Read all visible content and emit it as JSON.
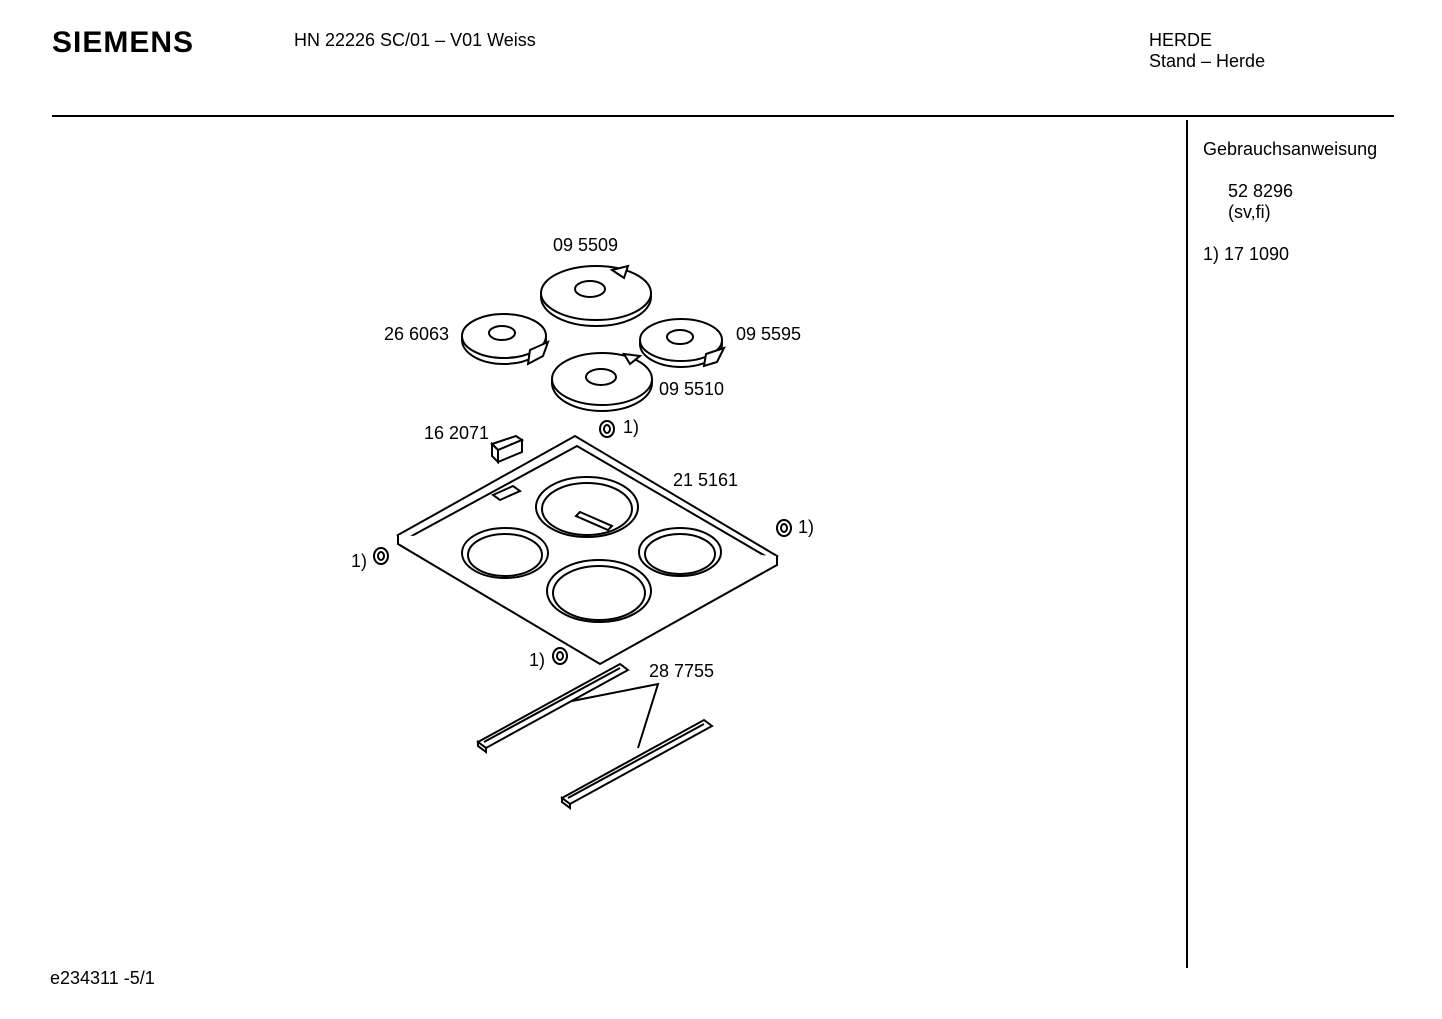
{
  "header": {
    "brand": "SIEMENS",
    "model": "HN 22226 SC/01 – V01 Weiss",
    "category": "HERDE",
    "subcategory": "Stand – Herde"
  },
  "sidebar": {
    "title": "Gebrauchsanweisung",
    "manual_number": "52 8296",
    "manual_languages": "(sv,fi)",
    "footnote": "1) 17 1090"
  },
  "parts": {
    "hotplate_back_large": "09 5509",
    "hotplate_left": "26 6063",
    "hotplate_right": "09 5595",
    "hotplate_front": "09 5510",
    "handle_clip": "16 2071",
    "hob_frame": "21 5161",
    "rails": "28 7755",
    "footnote_marker": "1)"
  },
  "footer": {
    "doc_id": "e234311 -5/1"
  }
}
